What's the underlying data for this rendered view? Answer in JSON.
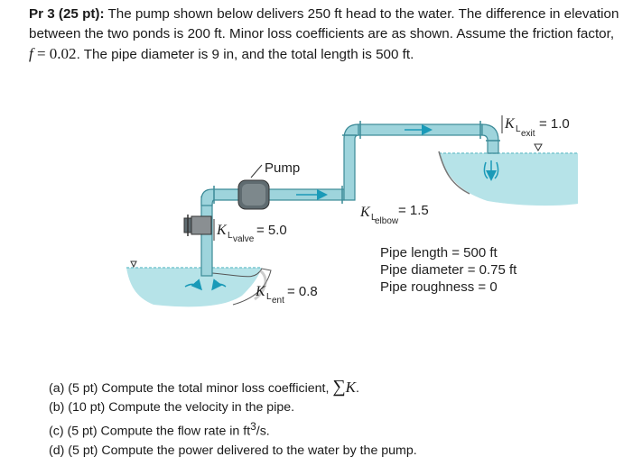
{
  "problem": {
    "heading": "Pr 3 (25 pt):",
    "text_line1": "The pump shown below delivers 250 ft head to the water. The difference in elevation",
    "text_line2": "between the two ponds is 200 ft. Minor loss coefficients are as shown. Assume the friction factor,",
    "friction_symbol": "f",
    "friction_value": "= 0.02",
    "text_line3_rest": ". The pipe diameter is 9 in, and the total length is 500 ft."
  },
  "diagram": {
    "pump_label": "Pump",
    "k_symbol": "K",
    "k_sub": "L",
    "valve_sub": "valve",
    "valve_value": "= 5.0",
    "ent_sub": "ent",
    "ent_value": "= 0.8",
    "elbow_sub": "elbow",
    "elbow_value": "= 1.5",
    "exit_sub": "exit",
    "exit_value": "= 1.0",
    "pipe_info": [
      "Pipe length = 500 ft",
      "Pipe diameter = 0.75 ft",
      "Pipe roughness = 0"
    ],
    "colors": {
      "water": "#b6e3e8",
      "pipe": "#9ed4dc",
      "pipe_edge": "#3b8a97",
      "arrow": "#1a9ab8"
    }
  },
  "questions": {
    "a_prefix": "(a)  (5 pt) Compute the total minor loss coefficient,",
    "a_sum": "∑",
    "a_symbol": "K",
    "a_end": ".",
    "b": "(b)  (10 pt) Compute the velocity in the pipe.",
    "c_prefix": "(c)  (5 pt) Compute the flow rate in ft",
    "c_sup": "3",
    "c_suffix": "/s.",
    "d": "(d)  (5 pt) Compute the power delivered to the water by the pump."
  }
}
